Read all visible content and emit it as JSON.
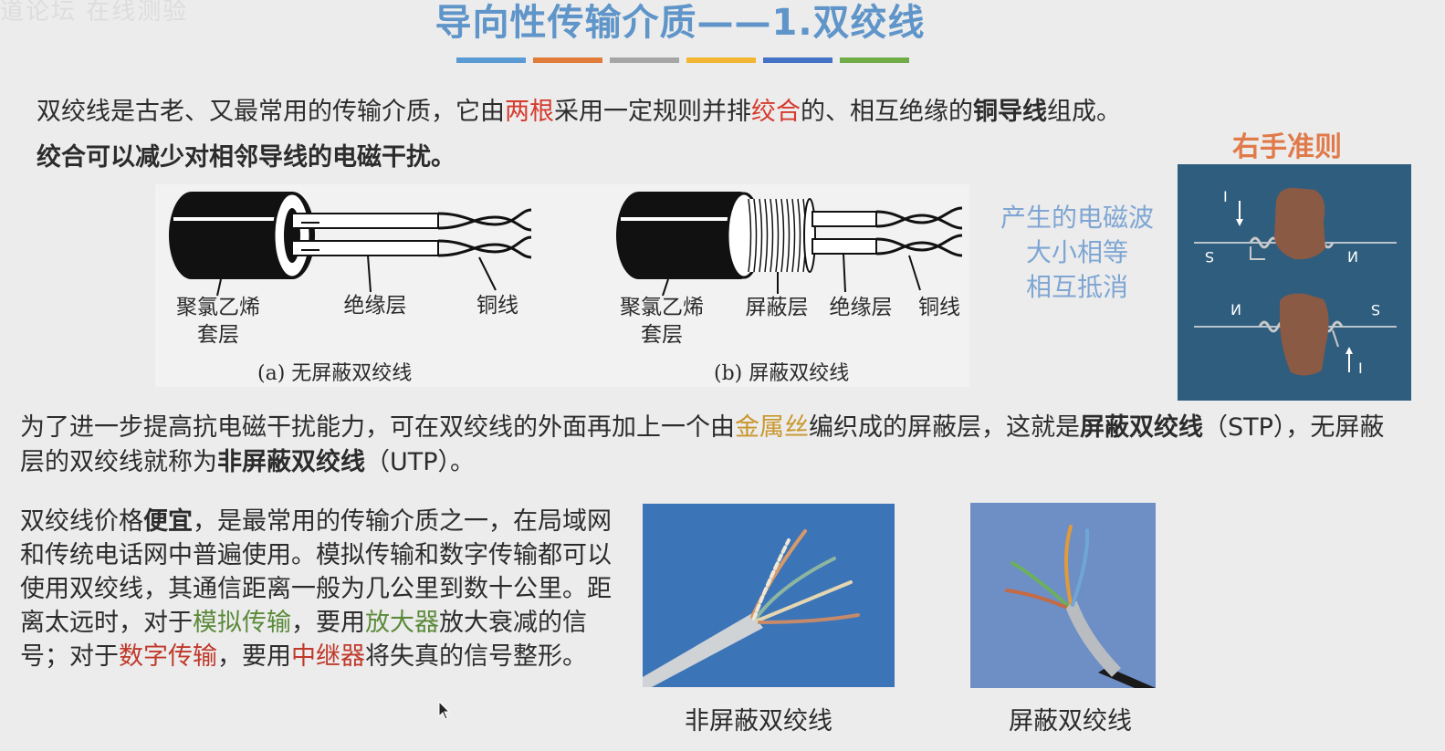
{
  "watermark": "道论坛  在线测验",
  "title": "导向性传输介质——1.双绞线",
  "colorbar": [
    "#5b9bd5",
    "#e07b39",
    "#a5a5a5",
    "#f2b632",
    "#4472c4",
    "#70ad47"
  ],
  "para1": {
    "t1": "双绞线是古老、又最常用的传输介质，它由",
    "t2": "两根",
    "t3": "采用一定规则并排",
    "t4": "绞合",
    "t5": "的、相互绝缘的",
    "t6": "铜导线",
    "t7": "组成。"
  },
  "para2": "绞合可以减少对相邻导线的电磁干扰。",
  "diagram": {
    "a": {
      "pvc": "聚氯乙烯",
      "pvc2": "套层",
      "insulation": "绝缘层",
      "copper": "铜线",
      "caption": "(a) 无屏蔽双绞线"
    },
    "b": {
      "pvc": "聚氯乙烯",
      "pvc2": "套层",
      "shield": "屏蔽层",
      "insulation": "绝缘层",
      "copper": "铜线",
      "caption": "(b) 屏蔽双绞线"
    }
  },
  "em_text": [
    "产生的电磁波",
    "大小相等",
    "相互抵消"
  ],
  "right_hand": {
    "title": "右手准则",
    "labels": {
      "I_top": "I",
      "S_top": "S",
      "N_top": "N",
      "N_bot": "N",
      "S_bot": "S",
      "I_bot": "I"
    }
  },
  "para3": {
    "t1": "为了进一步提高抗电磁干扰能力，可在双绞线的外面再加上一个由",
    "t2": "金属丝",
    "t3": "编织成的屏蔽层，这就是",
    "t4": "屏蔽双绞线",
    "t5": "（STP），无屏蔽层的双绞线就称为",
    "t6": "非屏蔽双绞线",
    "t7": "（UTP）。"
  },
  "para4": {
    "t1": "双绞线价格",
    "t2": "便宜",
    "t3": "，是最常用的传输介质之一，在局域网和传统电话网中普遍使用。模拟传输和数字传输都可以使用双绞线，其通信距离一般为几公里到数十公里。距离太远时，对于",
    "t4": "模拟传输",
    "t5": "，要用",
    "t6": "放大器",
    "t7": "放大衰减的信号；对于",
    "t8": "数字传输",
    "t9": "，要用",
    "t10": "中继器",
    "t11": "将失真的信号整形。"
  },
  "photos": {
    "utp_caption": "非屏蔽双绞线",
    "stp_caption": "屏蔽双绞线"
  }
}
